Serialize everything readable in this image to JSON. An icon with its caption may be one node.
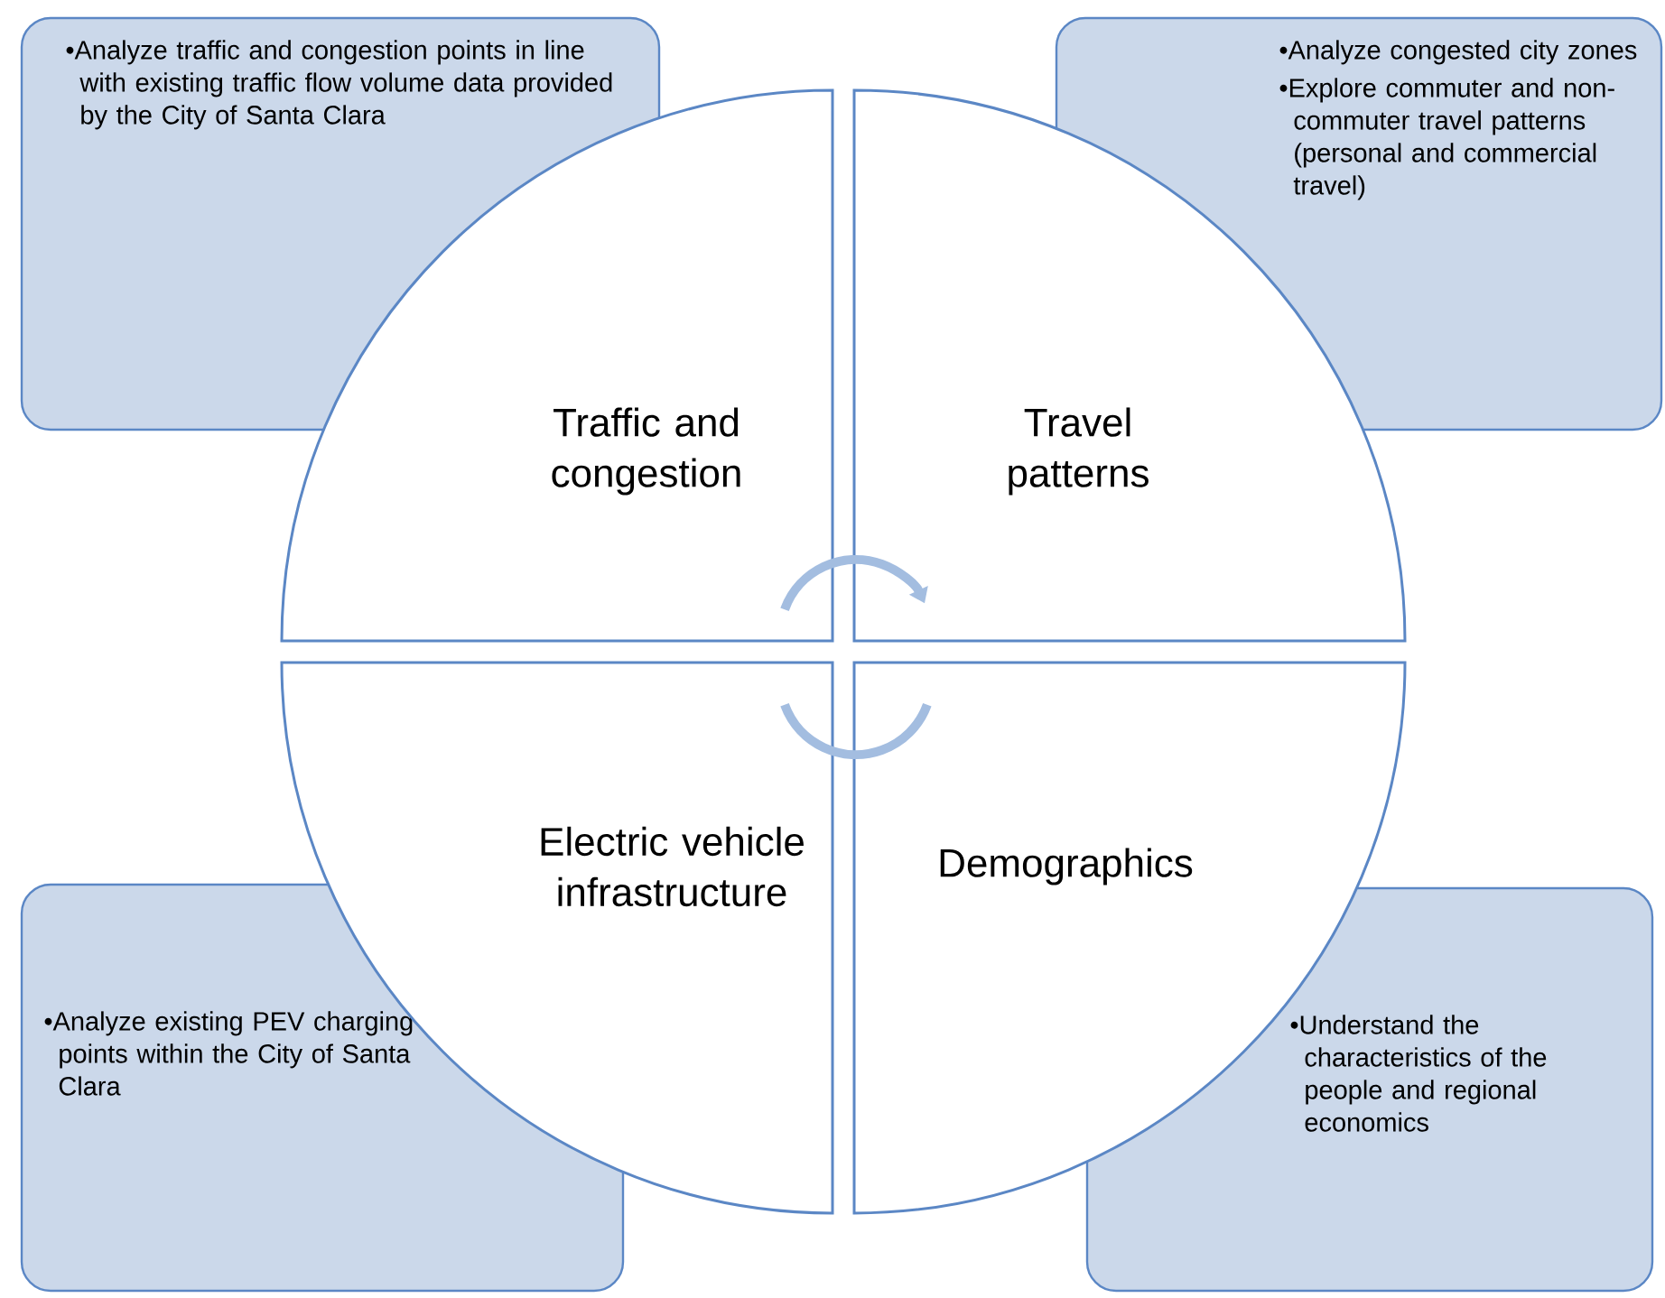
{
  "diagram": {
    "nodes": [
      {
        "text": [
          "•Analyze traffic and congestion points in line with existing traffic flow volume data provided by the City of Santa Clara"
        ]
      },
      {
        "text": [
          "•Analyze congested city zones",
          "•Explore commuter and non-commuter travel patterns (personal and commercial travel)"
        ]
      },
      {
        "text": [
          "Traffic and congestion"
        ]
      },
      {
        "text": [
          "Travel patterns"
        ]
      },
      {
        "text": [
          "Electric vehicle infrastructure"
        ]
      },
      {
        "text": [
          "Demographics"
        ]
      },
      {
        "text": [
          "•Analyze existing PEV charging points within the City of Santa Clara"
        ]
      },
      {
        "text": [
          "•Understand the characteristics of the people and regional economics"
        ]
      }
    ],
    "edges": [
      {
        "from": 2,
        "to": 3,
        "arrow": "to"
      },
      {
        "from": 4,
        "to": 5,
        "arrow": "none"
      }
    ]
  }
}
